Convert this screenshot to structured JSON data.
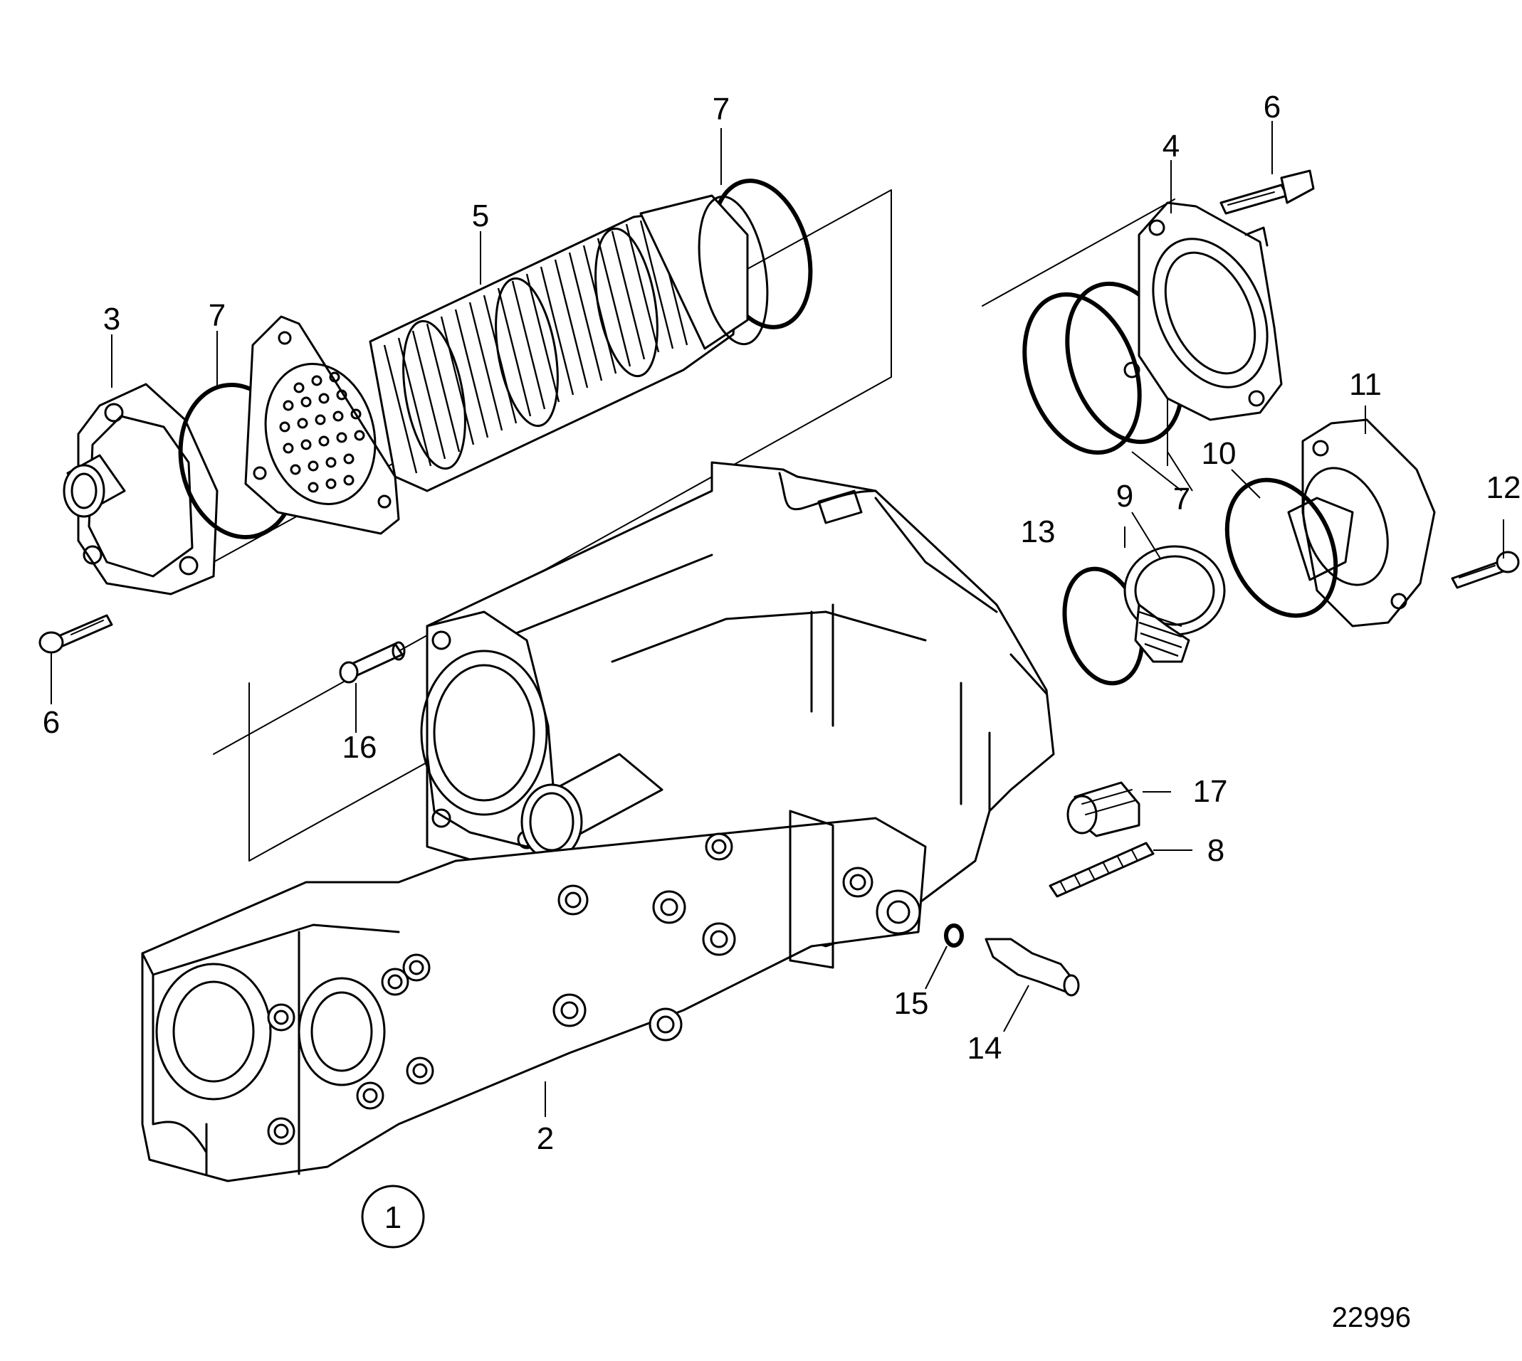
{
  "diagram": {
    "drawing_number": "22996",
    "group_marker": "1",
    "callouts": {
      "c2": "2",
      "c3": "3",
      "c4": "4",
      "c5": "5",
      "c6a": "6",
      "c6b": "6",
      "c7a": "7",
      "c7b": "7",
      "c7c": "7",
      "c8": "8",
      "c9": "9",
      "c10": "10",
      "c11": "11",
      "c12": "12",
      "c13": "13",
      "c14": "14",
      "c15": "15",
      "c16": "16",
      "c17": "17"
    }
  }
}
